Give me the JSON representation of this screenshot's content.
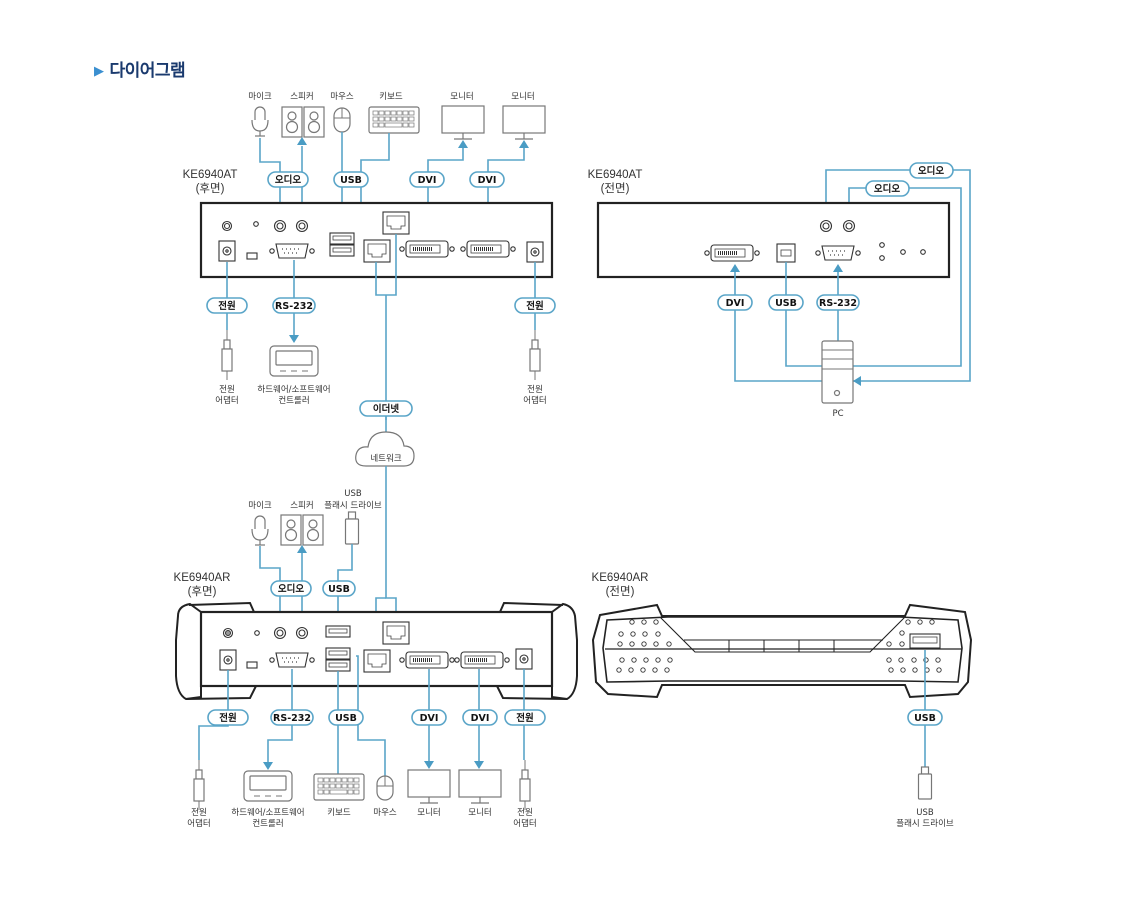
{
  "page": {
    "title": "다이어그램",
    "title_icon": "triangle-right-icon",
    "accent_color": "#5aa5c8",
    "title_color": "#1a3a6e"
  },
  "transmitter_rear": {
    "model": "KE6940AT",
    "view": "(후면)",
    "devices": {
      "mic": "마이크",
      "speaker": "스피커",
      "mouse": "마우스",
      "keyboard": "키보드",
      "monitor1": "모니터",
      "monitor2": "모니터",
      "power_left_1": "전원",
      "power_left_2": "어댑터",
      "controller_1": "하드웨어/소프트웨어",
      "controller_2": "컨트롤러",
      "power_right_1": "전원",
      "power_right_2": "어댑터"
    },
    "pills": {
      "audio": "오디오",
      "usb": "USB",
      "dvi1": "DVI",
      "dvi2": "DVI",
      "power_left": "전원",
      "rs232": "RS-232",
      "power_right": "전원"
    }
  },
  "transmitter_front": {
    "model": "KE6940AT",
    "view": "(전면)",
    "pills": {
      "audio_top": "오디오",
      "audio_second": "오디오",
      "dvi": "DVI",
      "usb": "USB",
      "rs232": "RS-232"
    },
    "pc_label": "PC"
  },
  "network": {
    "ethernet_pill": "이더넷",
    "cloud_label": "네트워크"
  },
  "receiver_rear": {
    "model": "KE6940AR",
    "view": "(후면)",
    "devices": {
      "mic": "마이크",
      "speaker": "스피커",
      "flash_1": "USB",
      "flash_2": "플래시 드라이브",
      "power_left_1": "전원",
      "power_left_2": "어댑터",
      "controller_1": "하드웨어/소프트웨어",
      "controller_2": "컨트롤러",
      "keyboard": "키보드",
      "mouse": "마우스",
      "monitor1": "모니터",
      "monitor2": "모니터",
      "power_right_1": "전원",
      "power_right_2": "어댑터"
    },
    "pills": {
      "audio": "오디오",
      "usb_top": "USB",
      "power_left": "전원",
      "rs232": "RS-232",
      "usb_bottom": "USB",
      "dvi1": "DVI",
      "dvi2": "DVI",
      "power_right": "전원"
    }
  },
  "receiver_front": {
    "model": "KE6940AR",
    "view": "(전면)",
    "pill_usb": "USB",
    "flash_1": "USB",
    "flash_2": "플래시 드라이브"
  }
}
